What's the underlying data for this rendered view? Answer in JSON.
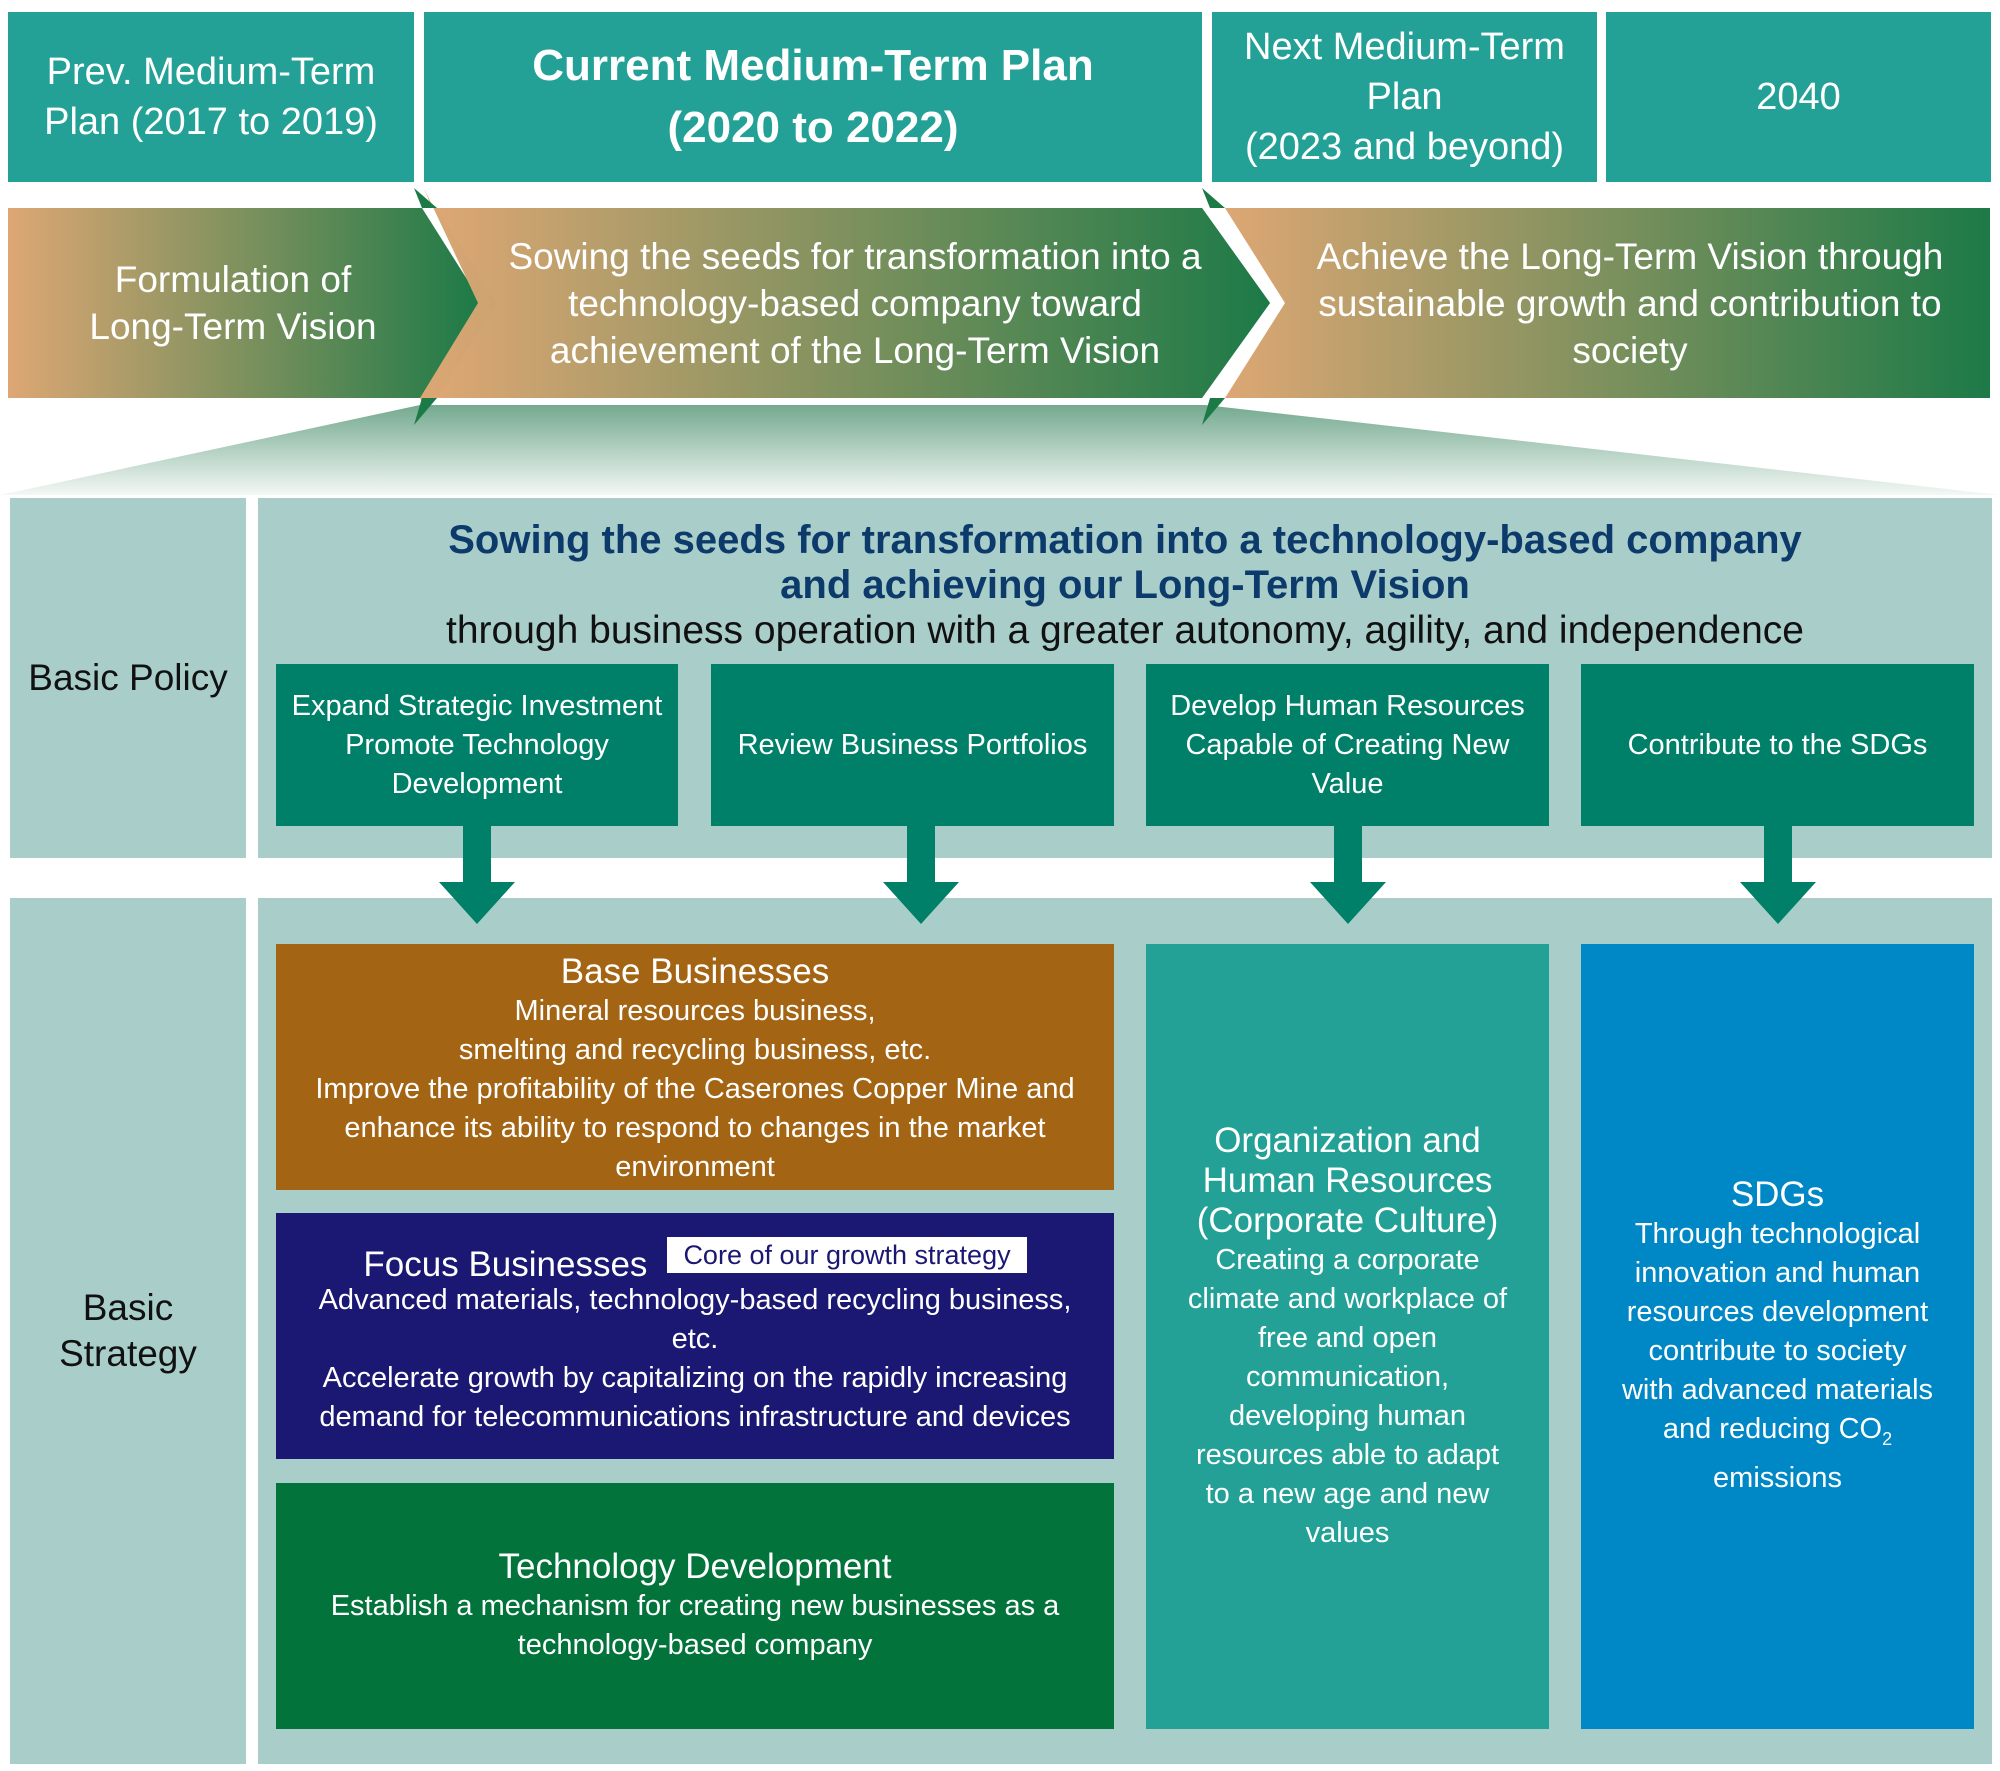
{
  "timeline": {
    "prev_plan": [
      "Prev. Medium-Term",
      "Plan (2017 to 2019)"
    ],
    "current_plan": [
      "Current Medium-Term Plan",
      "(2020 to 2022)"
    ],
    "next_plan": [
      "Next Medium-Term",
      "Plan",
      "(2023 and beyond)"
    ],
    "year_2040": "2040"
  },
  "phases": {
    "formulation": [
      "Formulation of",
      "Long-Term Vision"
    ],
    "sowing": [
      "Sowing the seeds for transformation into a",
      "technology-based company toward",
      "achievement of the Long-Term Vision"
    ],
    "achieve": [
      "Achieve the Long-Term Vision through",
      "sustainable growth and contribution to",
      "society"
    ]
  },
  "basic_policy": {
    "label": "Basic Policy",
    "headline": [
      "Sowing the seeds for transformation into a technology-based company",
      "and achieving our Long-Term Vision"
    ],
    "subline": "through business operation with a greater autonomy, agility, and independence",
    "items": [
      [
        "Expand Strategic Investment",
        "Promote Technology",
        "Development"
      ],
      [
        "Review Business Portfolios"
      ],
      [
        "Develop Human Resources",
        "Capable of Creating New",
        "Value"
      ],
      [
        "Contribute to the SDGs"
      ]
    ]
  },
  "basic_strategy": {
    "label": [
      "Basic",
      "Strategy"
    ],
    "base": {
      "title": "Base Businesses",
      "desc": [
        "Mineral resources business,",
        "smelting and recycling business, etc.",
        "Improve the profitability of the Caserones Copper Mine and",
        "enhance its ability to respond to changes in the market",
        "environment"
      ]
    },
    "focus": {
      "title": "Focus Businesses",
      "badge": "Core of our growth strategy",
      "desc": [
        "Advanced materials, technology-based recycling business,",
        "etc.",
        "Accelerate growth by capitalizing on the rapidly increasing",
        "demand for telecommunications infrastructure and devices"
      ]
    },
    "tech": {
      "title": "Technology Development",
      "desc": [
        "Establish a mechanism for creating new businesses as a",
        "technology-based company"
      ]
    },
    "org": {
      "title": [
        "Organization and",
        "Human Resources",
        "(Corporate Culture)"
      ],
      "desc": [
        "Creating a corporate",
        "climate and workplace of",
        "free and open",
        "communication,",
        "developing human",
        "resources able to adapt",
        "to a new age and new",
        "values"
      ]
    },
    "sdgs": {
      "title": "SDGs",
      "desc": [
        "Through technological",
        "innovation and human",
        "resources development",
        "contribute to society",
        "with advanced materials"
      ],
      "desc_co2": "and reducing CO",
      "desc_co2_sub": "2",
      "desc_last": "emissions"
    }
  },
  "colors": {
    "teal": "#23a196",
    "dark_green": "#008068",
    "band": "#a9ceca",
    "base": "#a36414",
    "focus": "#1b1873",
    "tech": "#03733c",
    "sdgs": "#0087c5",
    "navy_text": "#0c3a6b"
  }
}
